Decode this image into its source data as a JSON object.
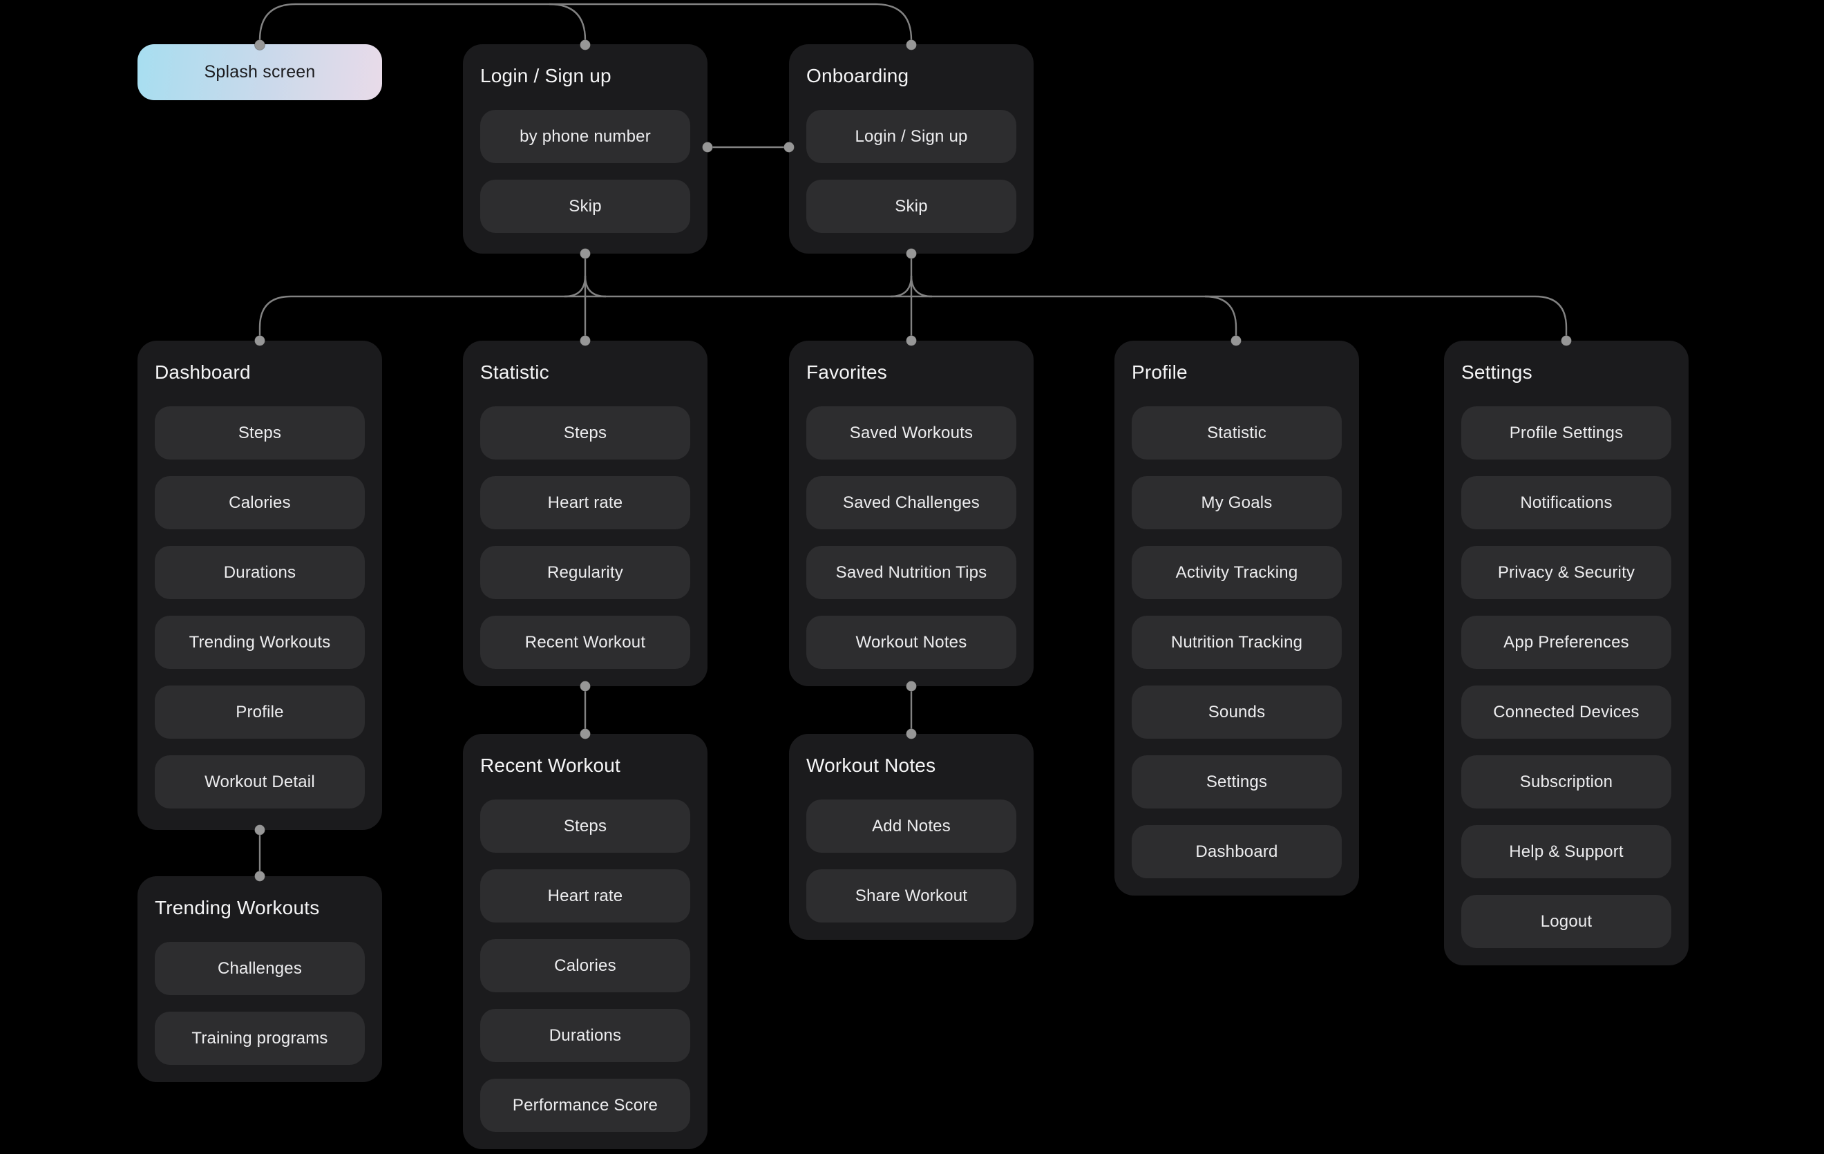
{
  "meta": {
    "description": "Fitness app user-flow sitemap diagram, dark theme"
  },
  "colors": {
    "canvas_bg": "#000000",
    "card_bg": "#1b1b1d",
    "button_bg": "#2d2d2f",
    "title_text": "#f5f5f6",
    "button_text": "#ededef",
    "line": "#828282",
    "dot": "#979797",
    "splash_text": "#1b1b1e",
    "splash_gradient_start": "#a7def0",
    "splash_gradient_mid": "#c9d9eb",
    "splash_gradient_end": "#e9dbe9"
  },
  "nodes": {
    "splash": {
      "title": "Splash screen"
    },
    "login": {
      "title": "Login / Sign up",
      "items": [
        "by phone number",
        "Skip"
      ]
    },
    "onboarding": {
      "title": "Onboarding",
      "items": [
        "Login / Sign up",
        "Skip"
      ]
    },
    "dashboard": {
      "title": "Dashboard",
      "items": [
        "Steps",
        "Calories",
        "Durations",
        "Trending Workouts",
        "Profile",
        "Workout Detail"
      ]
    },
    "statistic": {
      "title": "Statistic",
      "items": [
        "Steps",
        "Heart rate",
        "Regularity",
        "Recent Workout"
      ]
    },
    "favorites": {
      "title": "Favorites",
      "items": [
        "Saved Workouts",
        "Saved Challenges",
        "Saved Nutrition Tips",
        "Workout Notes"
      ]
    },
    "profile": {
      "title": "Profile",
      "items": [
        "Statistic",
        "My Goals",
        "Activity Tracking",
        "Nutrition Tracking",
        "Sounds",
        "Settings",
        "Dashboard"
      ]
    },
    "settings": {
      "title": "Settings",
      "items": [
        "Profile Settings",
        "Notifications",
        "Privacy & Security",
        "App Preferences",
        "Connected Devices",
        "Subscription",
        "Help & Support",
        "Logout"
      ]
    },
    "trending_workouts": {
      "title": "Trending Workouts",
      "items": [
        "Challenges",
        "Training programs"
      ]
    },
    "recent_workout": {
      "title": "Recent Workout",
      "items": [
        "Steps",
        "Heart rate",
        "Calories",
        "Durations",
        "Performance Score"
      ]
    },
    "workout_notes": {
      "title": "Workout Notes",
      "items": [
        "Add Notes",
        "Share Workout"
      ]
    }
  },
  "edges": [
    "top-rail -> splash, login, onboarding",
    "login <-> onboarding",
    "login + onboarding -> dashboard, statistic, favorites, profile, settings",
    "dashboard -> trending_workouts",
    "statistic -> recent_workout",
    "favorites -> workout_notes"
  ]
}
